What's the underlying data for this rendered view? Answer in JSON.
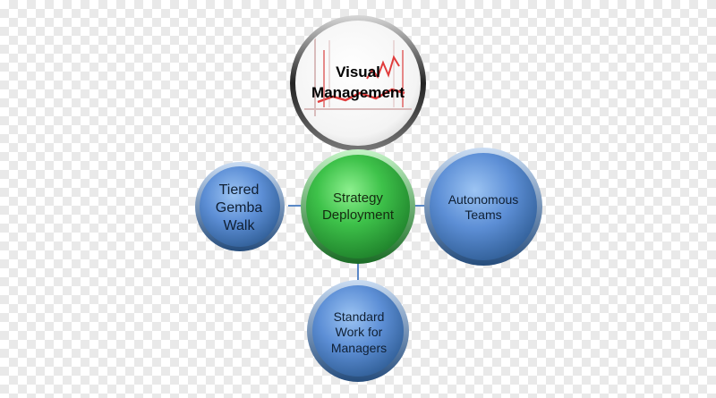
{
  "diagram": {
    "colors": {
      "connector": "#5a88c6",
      "center_fill": "#3ec24a",
      "satellite_fill": "#5d8fd6",
      "satellite_ring": "#2f5d95",
      "top_fill": "#ffffff",
      "top_ring": "#1a1a1a",
      "chart_line": "#e03c3c"
    },
    "nodes": {
      "visual_management": {
        "line1": "Visual",
        "line2": "Management"
      },
      "strategy_deployment": {
        "line1": "Strategy",
        "line2": "Deployment"
      },
      "tiered_gemba_walk": {
        "line1": "Tiered",
        "line2": "Gemba",
        "line3": "Walk"
      },
      "autonomous_teams": {
        "line1": "Autonomous",
        "line2": "Teams"
      },
      "standard_work": {
        "line1": "Standard",
        "line2": "Work for",
        "line3": "Managers"
      }
    }
  }
}
